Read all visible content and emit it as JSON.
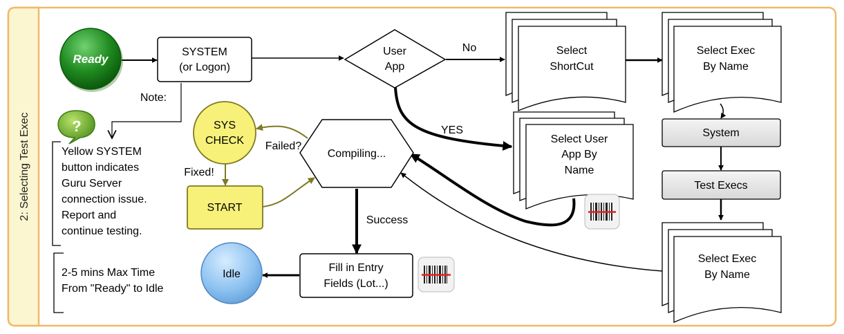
{
  "lane": {
    "label": "2: Selecting Test Exec",
    "lane_color": "#fbf6cf",
    "border_color": "#f0b96a"
  },
  "nodes": {
    "ready": {
      "label": "Ready",
      "color": "#1f8a1f"
    },
    "system": {
      "line1": "SYSTEM",
      "line2": "(or Logon)"
    },
    "user_app": {
      "line1": "User",
      "line2": "App"
    },
    "select_shortcut": {
      "line1": "Select",
      "line2": "ShortCut"
    },
    "select_exec_top": {
      "line1": "Select Exec",
      "line2": "By Name"
    },
    "sys_check": {
      "line1": "SYS",
      "line2": "CHECK",
      "color": "#f7f17a"
    },
    "compiling": {
      "label": "Compiling..."
    },
    "select_user_app": {
      "line1": "Select User",
      "line2": "App By",
      "line3": "Name"
    },
    "system_btn": {
      "label": "System"
    },
    "test_execs_btn": {
      "label": "Test Execs"
    },
    "start": {
      "label": "START",
      "color": "#f7f17a"
    },
    "select_exec_bottom": {
      "line1": "Select Exec",
      "line2": "By Name"
    },
    "fill_entry": {
      "line1": "Fill in Entry",
      "line2": "Fields (Lot...)"
    },
    "idle": {
      "label": "Idle",
      "color": "#8cc1f0"
    }
  },
  "edges": {
    "no": "No",
    "yes": "YES",
    "failed": "Failed?",
    "fixed": "Fixed!",
    "success": "Success",
    "note": "Note:"
  },
  "notes": {
    "note1": [
      "Yellow SYSTEM",
      "button indicates",
      "Guru Server",
      "connection issue.",
      "Report and",
      "continue testing."
    ],
    "note2": [
      "2-5 mins Max Time",
      "From \"Ready\" to Idle"
    ]
  },
  "icons": {
    "help": "?",
    "barcode": "barcode-icon"
  }
}
